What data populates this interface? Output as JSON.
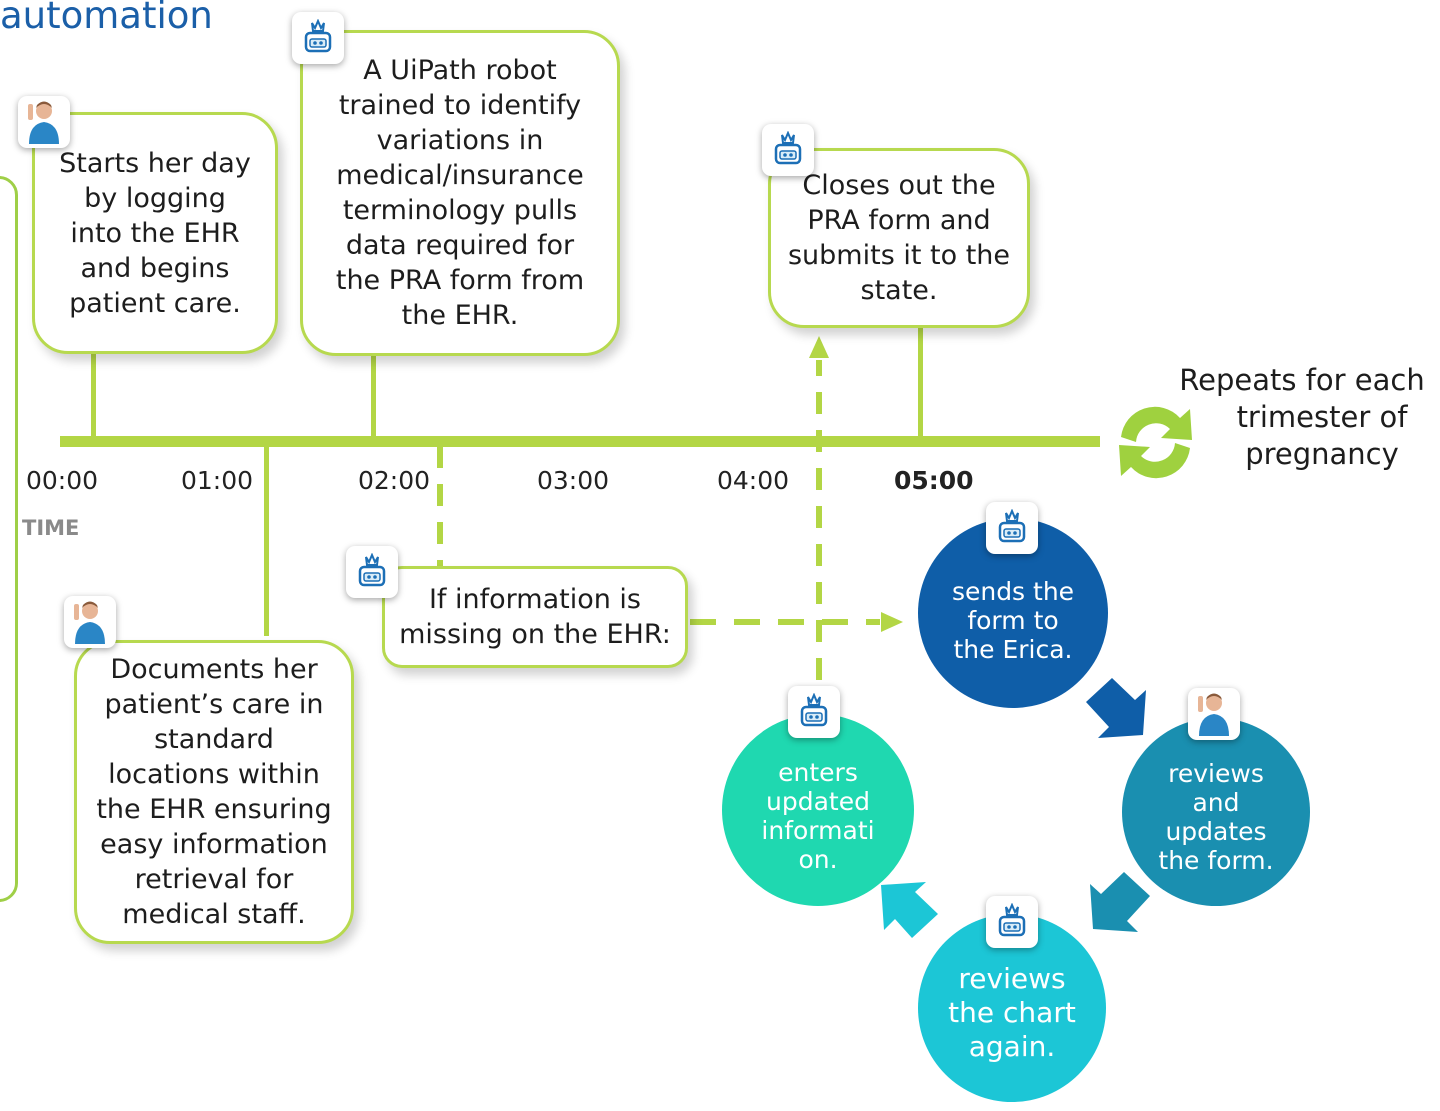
{
  "title": "automation",
  "colors": {
    "line_green": "#b3d645",
    "card_border": "#b7d94f",
    "circle_sends": "#0f5ea8",
    "circle_reviews_updates": "#1a8fb0",
    "circle_reviews_chart": "#1cc6d6",
    "circle_enters": "#1fd8b0",
    "title_blue": "#1b5fa8"
  },
  "timeline": {
    "ticks": [
      "00:00",
      "01:00",
      "02:00",
      "03:00",
      "04:00",
      "05:00"
    ],
    "axis_label": "TIME"
  },
  "cards": {
    "starts_day": {
      "actor_icon": "nurse-avatar-icon",
      "lines": [
        "Starts her day",
        "by logging",
        "into the EHR",
        "and begins",
        "patient care."
      ]
    },
    "robot_pulls": {
      "actor_icon": "robot-icon",
      "lines": [
        "A UiPath robot",
        "trained to identify",
        "variations in",
        "medical/insurance",
        "terminology pulls",
        "data required for",
        "the PRA form from",
        "the EHR."
      ]
    },
    "closes_out": {
      "actor_icon": "robot-icon",
      "lines": [
        "Closes out the",
        "PRA form and",
        "submits it to the",
        "state."
      ]
    },
    "documents": {
      "actor_icon": "nurse-avatar-icon",
      "lines": [
        "Documents her",
        "patient’s care in",
        "standard",
        "locations within",
        "the EHR ensuring",
        "easy information",
        "retrieval for",
        "medical staff."
      ]
    },
    "missing": {
      "actor_icon": "robot-icon",
      "lines": [
        "If information is",
        "missing on the EHR:"
      ]
    }
  },
  "cycle": {
    "sends": {
      "actor_icon": "robot-icon",
      "lines": [
        "sends the",
        "form to",
        "the Erica."
      ]
    },
    "reviews_updates": {
      "actor_icon": "nurse-avatar-icon",
      "lines": [
        "reviews",
        "and",
        "updates",
        "the form."
      ]
    },
    "reviews_chart": {
      "actor_icon": "robot-icon",
      "lines": [
        "reviews",
        "the chart",
        "again."
      ]
    },
    "enters": {
      "actor_icon": "robot-icon",
      "lines": [
        "enters",
        "updated",
        "informati",
        "on."
      ]
    }
  },
  "repeat_note": {
    "icon": "refresh-cycle-icon",
    "lines": [
      "Repeats for each",
      "trimester of",
      "pregnancy"
    ]
  }
}
